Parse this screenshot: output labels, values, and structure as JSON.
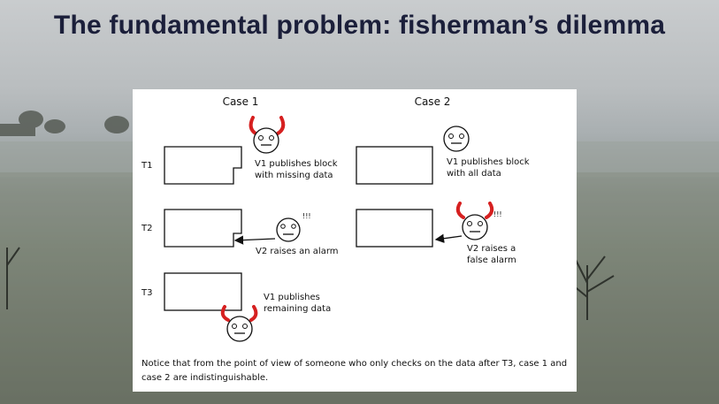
{
  "slide": {
    "title": "The fundamental problem: fisherman’s dilemma"
  },
  "diagram": {
    "case1_label": "Case 1",
    "case2_label": "Case 2",
    "rows": [
      "T1",
      "T2",
      "T3"
    ],
    "case1": {
      "t1_caption": [
        "V1 publishes block",
        "with missing data"
      ],
      "t2_caption": "V2 raises an alarm",
      "t2_exclaim": "!!!",
      "t3_caption": [
        "V1 publishes",
        "remaining data"
      ]
    },
    "case2": {
      "t1_caption": [
        "V1 publishes block",
        "with all data"
      ],
      "t2_caption": [
        "V2 raises a",
        "false alarm"
      ],
      "t2_exclaim": "!!!"
    },
    "footnote": "Notice that from the point of view of someone who only checks on the data after T3, case 1 and case 2 are indistinguishable."
  },
  "colors": {
    "title": "#1b1f3a",
    "horns": "#d62020",
    "panel": "#ffffff"
  }
}
